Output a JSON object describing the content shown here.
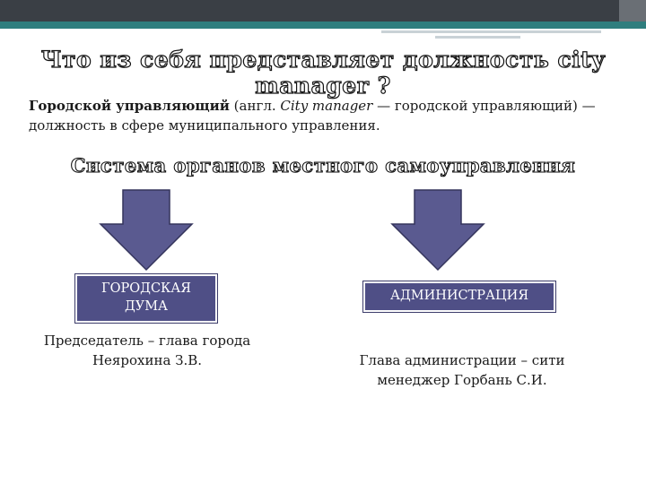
{
  "title": "Что из себя представляет должность city manager ?",
  "definition": {
    "term": "Городской управляющий",
    "pre_en": " (англ. ",
    "en_term": "City manager",
    "post_en": " — городской управляющий) — должность в сфере муниципального управления."
  },
  "subtitle": "Система органов местного самоуправления",
  "left": {
    "box_label": "ГОРОДСКАЯ\nДУМА",
    "caption": "Председатель – глава города\nНеярохина З.В."
  },
  "right": {
    "box_label": "АДМИНИСТРАЦИЯ",
    "caption": "Глава администрации – сити\nменеджер  Горбань С.И."
  },
  "colors": {
    "box_fill": "#4f4f86",
    "arrow_fill": "#5a5a90",
    "header_dark": "#3a3f45",
    "header_teal": "#2f7e7e"
  }
}
